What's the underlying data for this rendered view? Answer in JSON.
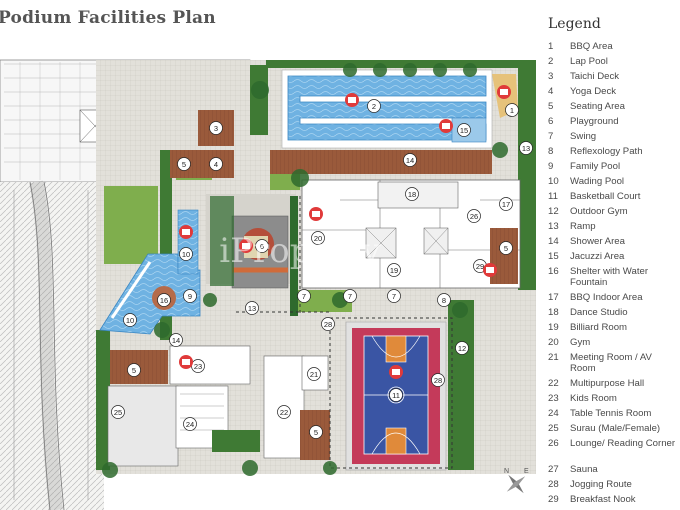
{
  "title": "Podium Facilities Plan",
  "watermark": "iProperty",
  "legend": {
    "title": "Legend",
    "items": [
      {
        "num": "1",
        "label": "BBQ Area"
      },
      {
        "num": "2",
        "label": "Lap Pool"
      },
      {
        "num": "3",
        "label": "Taichi Deck"
      },
      {
        "num": "4",
        "label": "Yoga Deck"
      },
      {
        "num": "5",
        "label": "Seating Area"
      },
      {
        "num": "6",
        "label": "Playground"
      },
      {
        "num": "7",
        "label": "Swing"
      },
      {
        "num": "8",
        "label": "Reflexology Path"
      },
      {
        "num": "9",
        "label": "Family Pool"
      },
      {
        "num": "10",
        "label": "Wading Pool"
      },
      {
        "num": "11",
        "label": "Basketball Court"
      },
      {
        "num": "12",
        "label": "Outdoor Gym"
      },
      {
        "num": "13",
        "label": "Ramp"
      },
      {
        "num": "14",
        "label": "Shower Area"
      },
      {
        "num": "15",
        "label": "Jacuzzi Area"
      },
      {
        "num": "16",
        "label": "Shelter with Water Fountain"
      },
      {
        "num": "17",
        "label": "BBQ Indoor Area"
      },
      {
        "num": "18",
        "label": "Dance Studio"
      },
      {
        "num": "19",
        "label": "Billiard Room"
      },
      {
        "num": "20",
        "label": "Gym"
      },
      {
        "num": "21",
        "label": "Meeting Room / AV Room"
      },
      {
        "num": "22",
        "label": "Multipurpose Hall"
      },
      {
        "num": "23",
        "label": "Kids Room"
      },
      {
        "num": "24",
        "label": "Table Tennis Room"
      },
      {
        "num": "25",
        "label": "Surau (Male/Female)"
      },
      {
        "num": "26",
        "label": "Lounge/ Reading Corner"
      },
      {
        "num": "27",
        "label": "Sauna"
      },
      {
        "num": "28",
        "label": "Jogging Route"
      },
      {
        "num": "29",
        "label": "Breakfast Nook"
      }
    ]
  },
  "compass": {
    "north": "N",
    "east": "E"
  },
  "colors": {
    "grass": "#7fae4d",
    "darkgreen": "#3f7a34",
    "deck": "#9b5a3c",
    "pool": "#5ea8dc",
    "court_blue": "#3a55a4",
    "court_red": "#c43a5a",
    "court_orange": "#e08a3a",
    "marker_red": "#e03a3a",
    "paving": "#d8d6cf"
  }
}
